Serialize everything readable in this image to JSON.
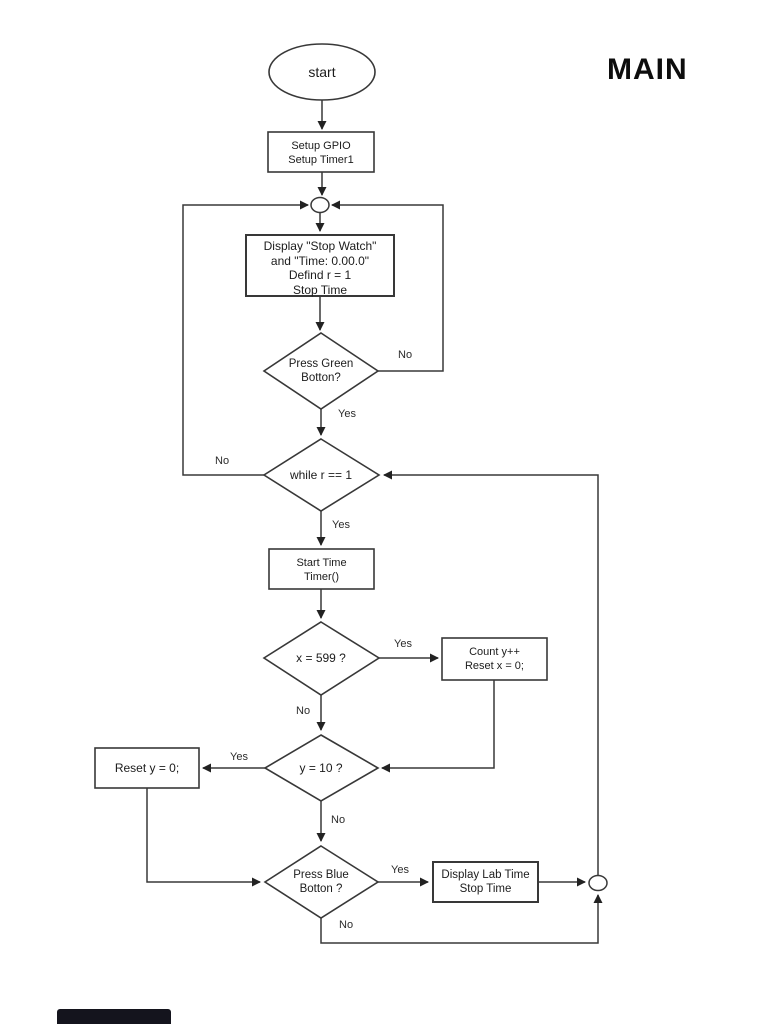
{
  "title": "MAIN",
  "nodes": {
    "start": {
      "label": "start"
    },
    "setup": {
      "lines": [
        "Setup GPIO",
        "Setup Timer1"
      ]
    },
    "display_init": {
      "lines": [
        "Display \"Stop Watch\"",
        "and \"Time: 0.00.0\"",
        "Defind r = 1",
        "Stop Time"
      ]
    },
    "press_green": {
      "lines": [
        "Press Green",
        "Botton?"
      ]
    },
    "while_loop": {
      "label": "while r == 1"
    },
    "start_time": {
      "lines": [
        "Start Time",
        "Timer()"
      ]
    },
    "x_check": {
      "label": "x = 599 ?"
    },
    "count_y": {
      "lines": [
        "Count y++",
        "Reset x = 0;"
      ]
    },
    "y_check": {
      "label": "y = 10 ?"
    },
    "reset_y": {
      "label": "Reset y = 0;"
    },
    "press_blue": {
      "lines": [
        "Press Blue",
        "Botton ?"
      ]
    },
    "display_lab": {
      "lines": [
        "Display Lab Time",
        "Stop Time"
      ]
    }
  },
  "labels": {
    "green_no": "No",
    "green_yes": "Yes",
    "while_no": "No",
    "while_yes": "Yes",
    "x_yes": "Yes",
    "x_no": "No",
    "y_yes": "Yes",
    "y_no": "No",
    "blue_yes": "Yes",
    "blue_no": "No"
  },
  "colors": {
    "background": "#ffffff",
    "line": "#383838",
    "text": "#1c1c1c",
    "bottom_bar": "#14141d"
  }
}
